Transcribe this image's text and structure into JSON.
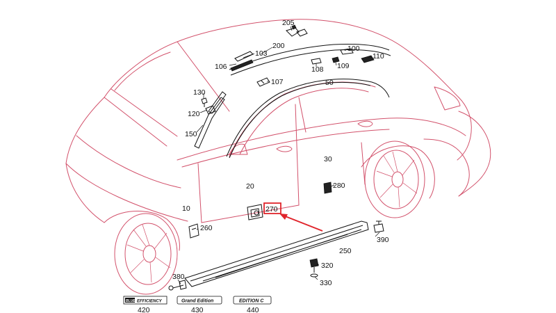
{
  "parts": [
    {
      "id": "p205",
      "label": "205"
    },
    {
      "id": "p200",
      "label": "200"
    },
    {
      "id": "p103",
      "label": "103"
    },
    {
      "id": "p106",
      "label": "106"
    },
    {
      "id": "p100",
      "label": "100"
    },
    {
      "id": "p110",
      "label": "110"
    },
    {
      "id": "p108",
      "label": "108"
    },
    {
      "id": "p109",
      "label": "109"
    },
    {
      "id": "p107",
      "label": "107"
    },
    {
      "id": "p50",
      "label": "50"
    },
    {
      "id": "p130",
      "label": "130"
    },
    {
      "id": "p120",
      "label": "120"
    },
    {
      "id": "p150",
      "label": "150"
    },
    {
      "id": "p30",
      "label": "30"
    },
    {
      "id": "p20",
      "label": "20"
    },
    {
      "id": "p280",
      "label": "280"
    },
    {
      "id": "p10",
      "label": "10"
    },
    {
      "id": "p270",
      "label": "270"
    },
    {
      "id": "p260",
      "label": "260"
    },
    {
      "id": "p390",
      "label": "390"
    },
    {
      "id": "p250",
      "label": "250"
    },
    {
      "id": "p320",
      "label": "320"
    },
    {
      "id": "p330",
      "label": "330"
    },
    {
      "id": "p380",
      "label": "380"
    },
    {
      "id": "p420",
      "label": "420"
    },
    {
      "id": "p430",
      "label": "430"
    },
    {
      "id": "p440",
      "label": "440"
    }
  ],
  "badges": {
    "b420": {
      "text_a": "BLUE",
      "text_b": "EFFICIENCY"
    },
    "b430": {
      "text": "Grand Edition"
    },
    "b440": {
      "text": "EDITION C"
    }
  },
  "highlight": {
    "part": "270",
    "color": "#e0242b"
  },
  "colors": {
    "outline": "#d2506a",
    "parts": "#111111",
    "highlight": "#e0242b"
  }
}
